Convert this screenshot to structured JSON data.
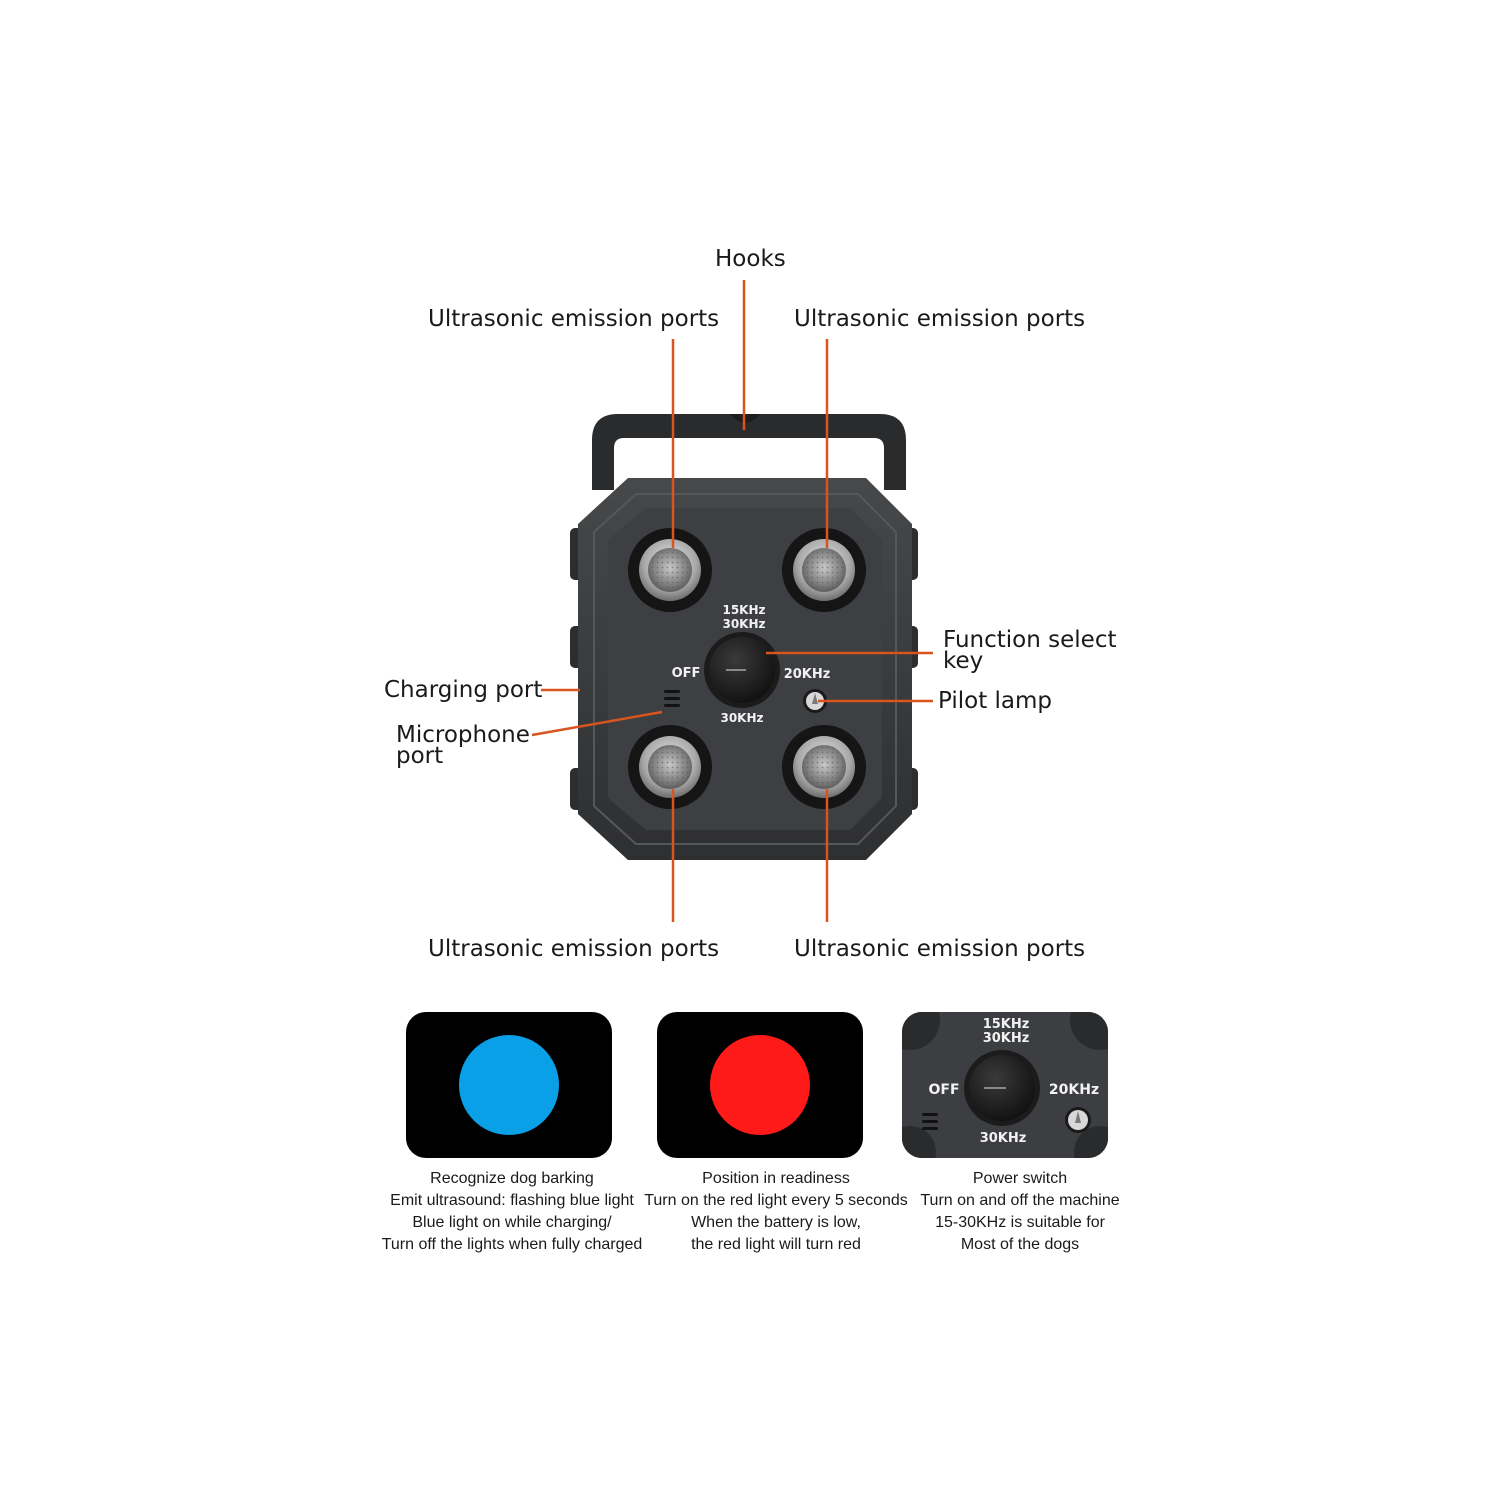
{
  "labels": {
    "hooks": "Hooks",
    "port_top_left": "Ultrasonic emission ports",
    "port_top_right": "Ultrasonic emission ports",
    "port_bottom_left": "Ultrasonic emission ports",
    "port_bottom_right": "Ultrasonic emission ports",
    "function_key": "Function select key",
    "pilot_lamp": "Pilot lamp",
    "charging_port": "Charging port",
    "microphone_port": "Microphone port"
  },
  "dial": {
    "top_line1": "15KHz",
    "top_line2": "30KHz",
    "left": "OFF",
    "right": "20KHz",
    "bottom": "30KHz"
  },
  "colors": {
    "leader": "#d9541e",
    "device_body": "#3a3b3d",
    "blue_light": "#0aa0e8",
    "red_light": "#ff1a1a"
  },
  "panels": [
    {
      "icon": "blue-light-icon",
      "caption": [
        "Recognize dog barking",
        "Emit ultrasound: flashing blue light",
        "Blue light on while charging/",
        "Turn off the lights when fully charged"
      ]
    },
    {
      "icon": "red-light-icon",
      "caption": [
        "Position in readiness",
        "Turn on the red light every 5 seconds",
        "When the battery is low,",
        "the red light will turn red"
      ]
    },
    {
      "icon": "power-switch-closeup",
      "caption": [
        "Power switch",
        "Turn on and off the machine",
        "15-30KHz is suitable for",
        "Most of the dogs"
      ]
    }
  ]
}
